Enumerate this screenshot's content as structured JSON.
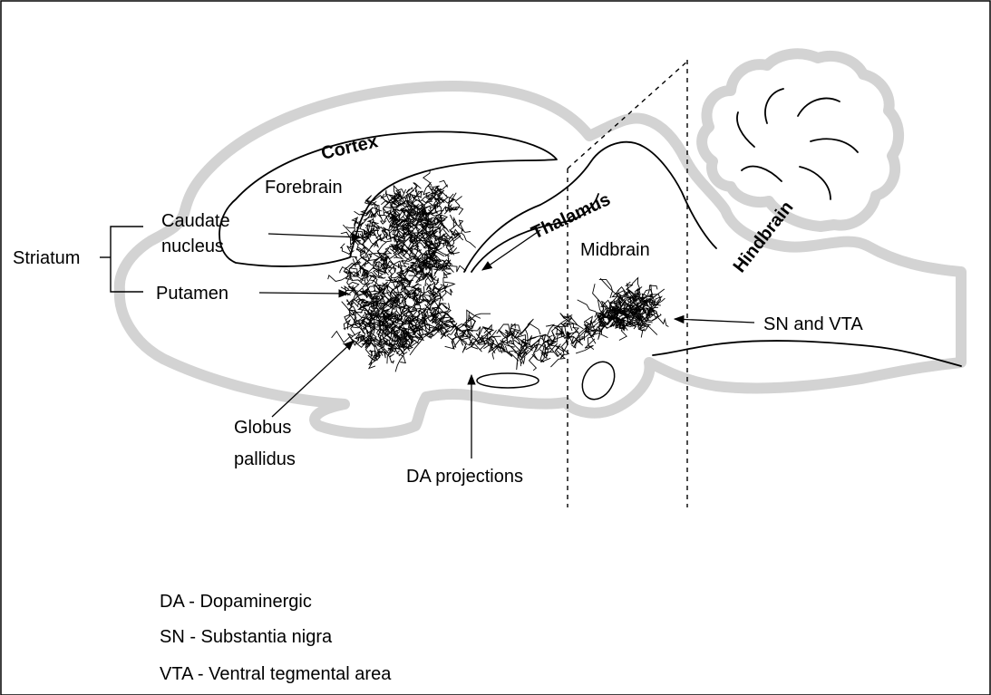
{
  "labels": {
    "cortex": "Cortex",
    "forebrain": "Forebrain",
    "thalamus": "Thalamus",
    "midbrain": "Midbrain",
    "hindbrain": "Hindbrain",
    "caudate_line1": "Caudate",
    "caudate_line2": "nucleus",
    "striatum": "Striatum",
    "putamen": "Putamen",
    "globus_line1": "Globus",
    "globus_line2": "pallidus",
    "da_projections": "DA projections",
    "sn_vta": "SN and VTA"
  },
  "legend": [
    "DA - Dopaminergic",
    "SN - Substantia nigra",
    "VTA - Ventral tegmental area"
  ]
}
